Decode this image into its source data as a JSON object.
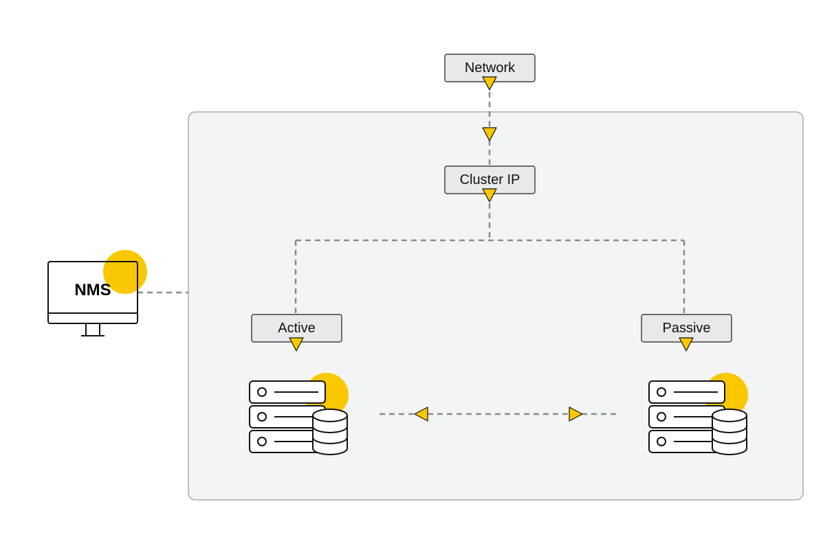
{
  "labels": {
    "network": "Network",
    "cluster_ip": "Cluster IP",
    "active": "Active",
    "passive": "Passive",
    "nms": "NMS"
  },
  "colors": {
    "accent": "#F9C800",
    "label_fill": "#E8E9EA",
    "cluster_fill": "#F3F4F4",
    "line": "#8A8A8A",
    "stroke": "#111111"
  },
  "icons": {
    "nms": "monitor-icon",
    "active_node": "server-database-icon",
    "passive_node": "server-database-icon"
  }
}
